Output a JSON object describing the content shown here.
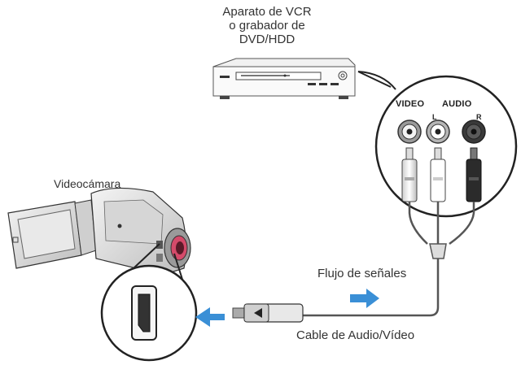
{
  "labels": {
    "device_title": [
      "Aparato de VCR",
      "o grabador de",
      "DVD/HDD"
    ],
    "camcorder": "Videocámara",
    "signal_flow": "Flujo de señales",
    "cable": "Cable de Audio/Vídeo",
    "jack_video": "VIDEO",
    "jack_audio": "AUDIO",
    "jack_left": "L",
    "jack_right": "R"
  },
  "colors": {
    "arrow": "#3a8fd6",
    "plug_video": "#f2f2f2",
    "plug_audio_left": "#ffffff",
    "plug_audio_right": "#2b2b2b",
    "line": "#444444"
  }
}
